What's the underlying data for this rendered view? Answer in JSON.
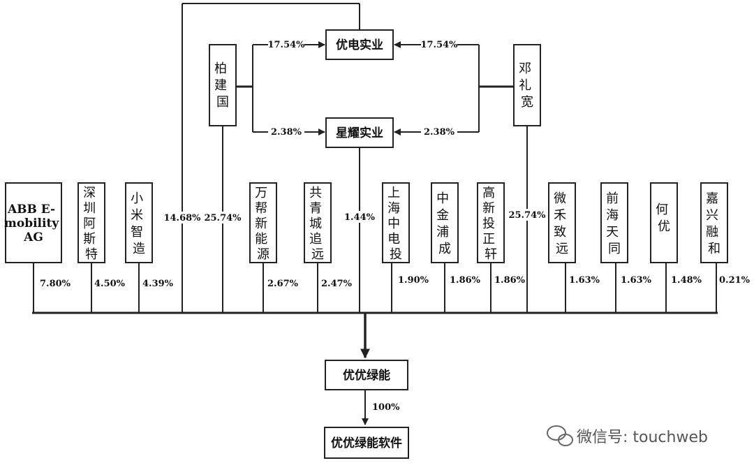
{
  "top": {
    "youdian": "优电实业",
    "xingyao": "星耀实业",
    "bai": "柏建国",
    "deng": "邓礼宽",
    "bai_to_youdian": "17.54%",
    "deng_to_youdian": "17.54%",
    "bai_to_xingyao": "2.38%",
    "deng_to_xingyao": "2.38%"
  },
  "shareholders": {
    "abb": {
      "name_lines": [
        "ABB E-",
        "mobility",
        "AG"
      ],
      "pct": "7.80%"
    },
    "shenzhen": {
      "name": "深圳阿斯特",
      "pct": "4.50%"
    },
    "xiaomi": {
      "name": "小米智造",
      "pct": "4.39%"
    },
    "youdian_link": {
      "pct": "14.68%"
    },
    "bai_link": {
      "pct": "25.74%"
    },
    "wanbang": {
      "name": "万帮新能源",
      "pct": "2.67%"
    },
    "gongqing": {
      "name": "共青城追远",
      "pct": "2.47%"
    },
    "xingyao_link": {
      "pct": "1.44%"
    },
    "shanghai": {
      "name": "上海中电投",
      "pct": "1.90%"
    },
    "zhongjin": {
      "name": "中金浦成",
      "pct": "1.86%"
    },
    "gaoxin": {
      "name": "高新投正轩",
      "pct": "1.86%"
    },
    "deng_link": {
      "pct": "25.74%"
    },
    "weihe": {
      "name": "微禾致远",
      "pct": "1.63%"
    },
    "qianhai": {
      "name": "前海天同",
      "pct": "1.63%"
    },
    "heyou": {
      "name": "何优",
      "pct": "1.48%"
    },
    "jiaxing": {
      "name": "嘉兴融和",
      "pct": "0.21%"
    }
  },
  "bottom": {
    "youyou": "优优绿能",
    "software": "优优绿能软件",
    "software_pct": "100%"
  },
  "watermark": "微信号: touchweb",
  "colors": {
    "line": "#222222",
    "text": "#111111",
    "watermark": "#555555"
  }
}
